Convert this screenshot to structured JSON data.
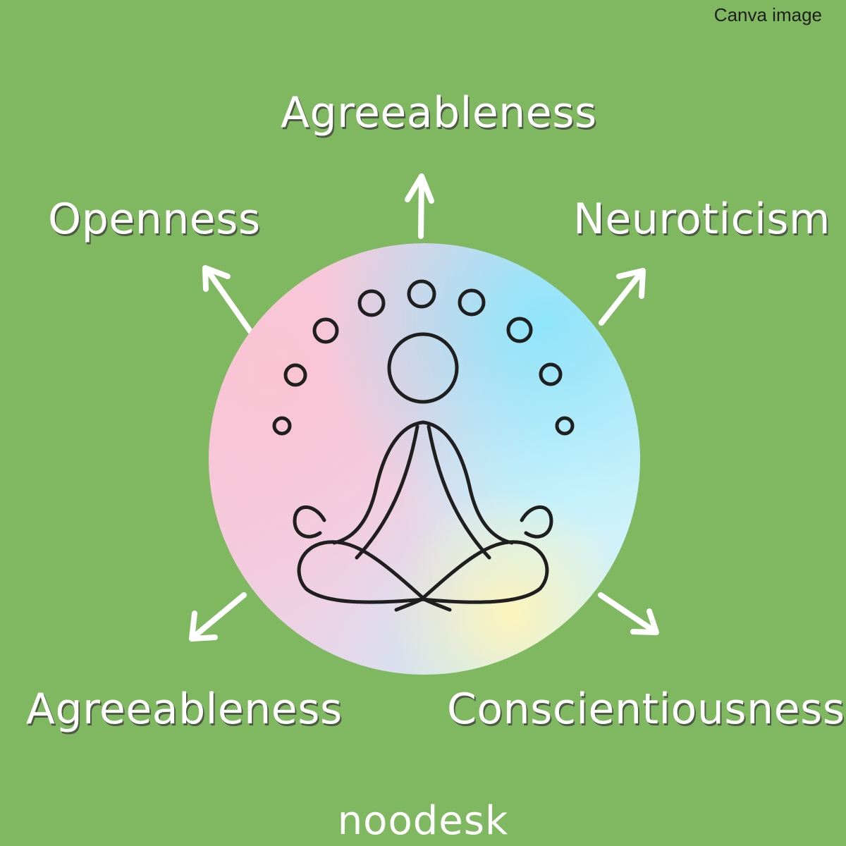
{
  "credit": "Canva image",
  "brand": "noodesk",
  "traits": {
    "top": "Agreeableness",
    "upper_left": "Openness",
    "upper_right": "Neuroticism",
    "lower_left": "Agreeableness",
    "lower_right": "Conscientiousness"
  },
  "icons": {
    "center": "meditation-figure-icon",
    "arrow": "arrow-icon"
  },
  "colors": {
    "background": "#80b862",
    "text": "#ffffff",
    "line": "#1f1f1f"
  }
}
